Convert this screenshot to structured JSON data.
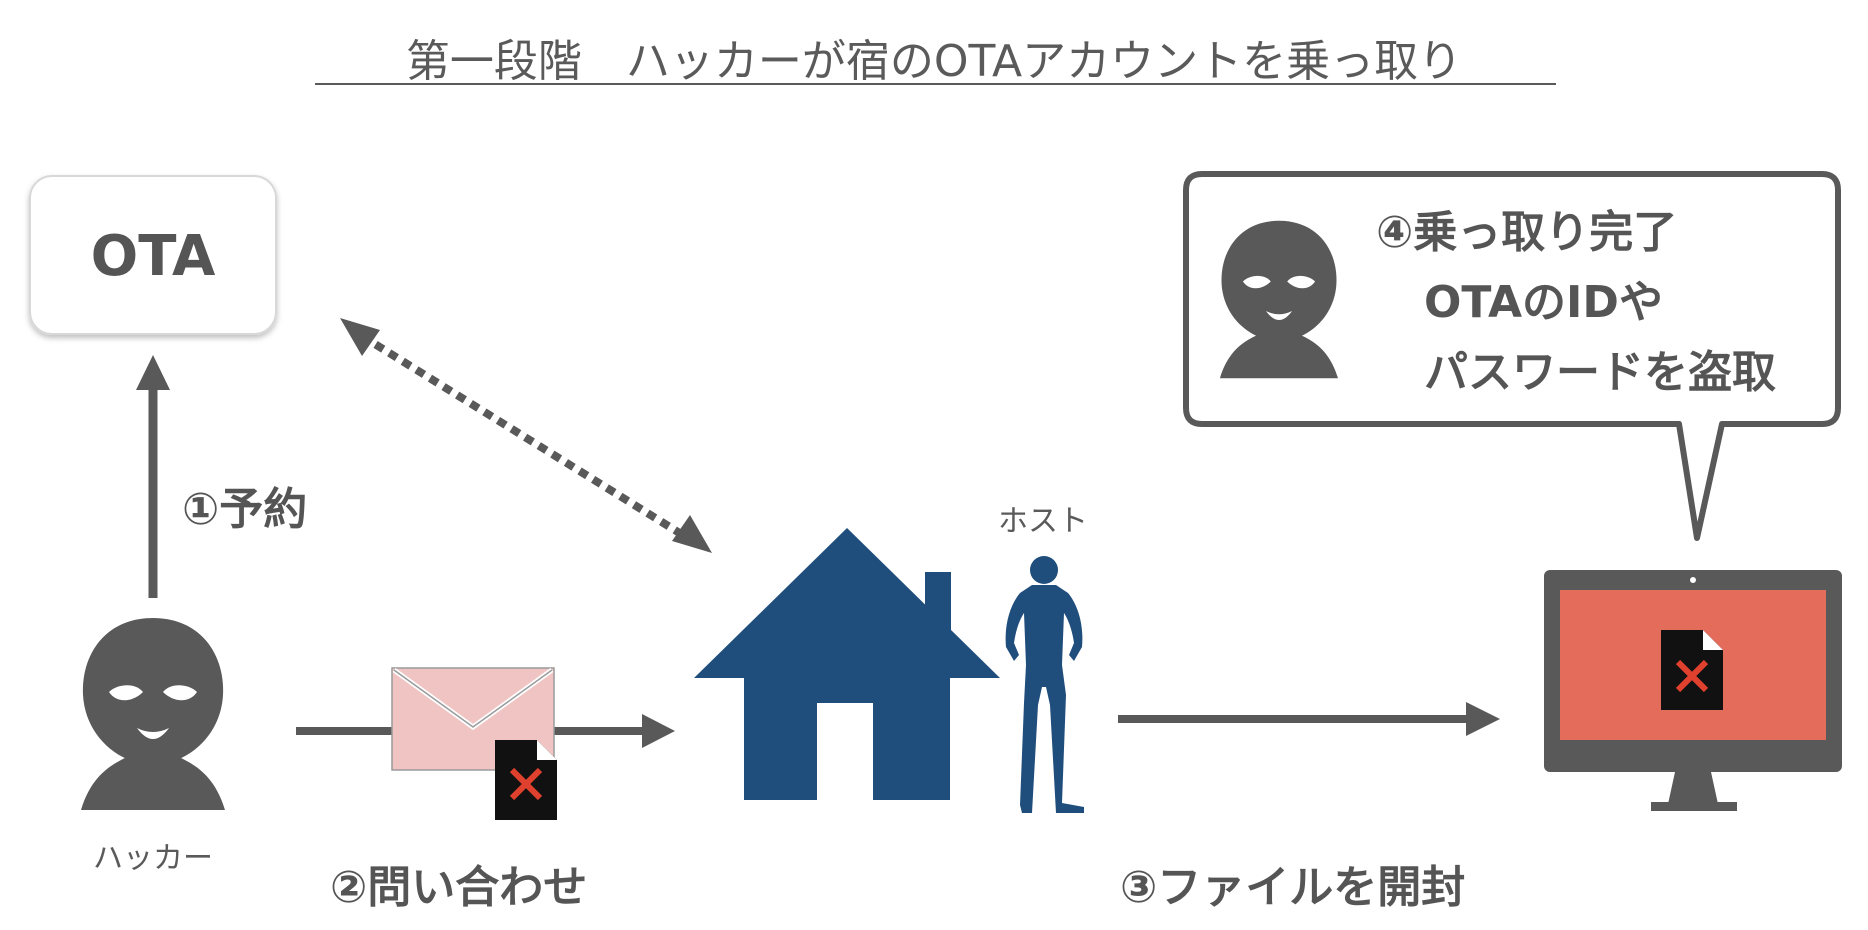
{
  "title": "第一段階　ハッカーが宿のOTAアカウントを乗っ取り",
  "ota_label": "OTA",
  "steps": {
    "reserve": "①予約",
    "inquiry": "②問い合わせ",
    "open_file": "③ファイルを開封"
  },
  "speech": {
    "line1": "④乗っ取り完了",
    "line2": "OTAのIDや",
    "line3": "パスワードを盗取"
  },
  "captions": {
    "hacker": "ハッカー",
    "host": "ホスト"
  },
  "colors": {
    "gray": "#595959",
    "house": "#1f4e7d",
    "screen": "#e36c5b",
    "envelope": "#f0c4c3",
    "error_x": "#e0412e"
  }
}
